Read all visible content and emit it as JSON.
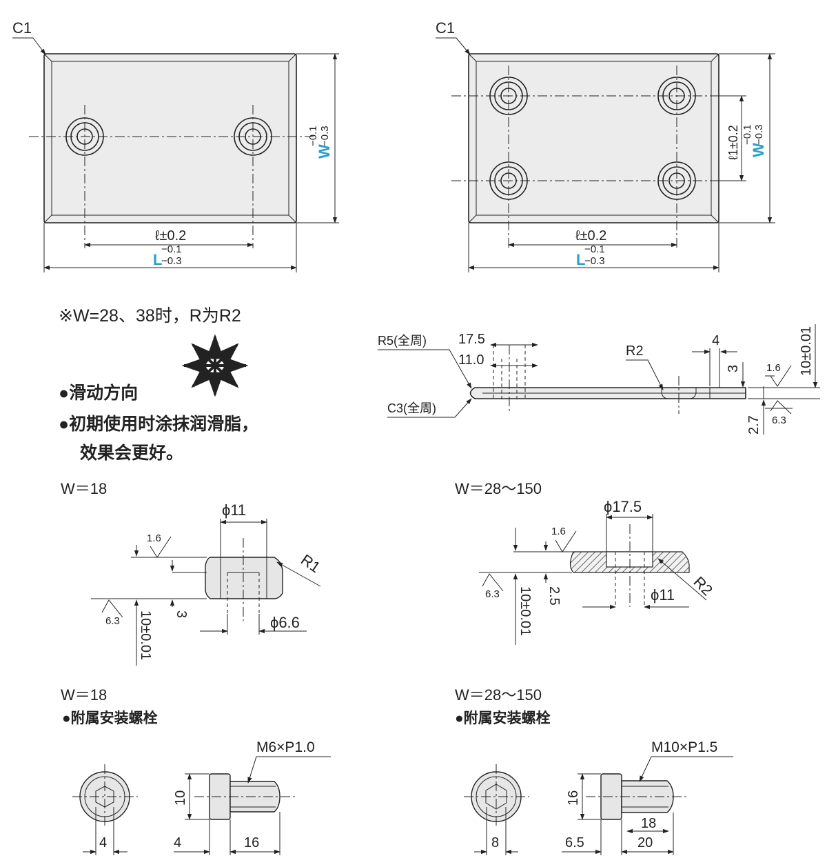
{
  "top_left_view": {
    "chamfer": "C1",
    "pitch": "ℓ±0.2",
    "length_label": "L",
    "length_tol_upper": "−0.1",
    "length_tol_lower": "−0.3",
    "width_label": "W",
    "width_tol_upper": "−0.1",
    "width_tol_lower": "−0.3"
  },
  "top_right_view": {
    "chamfer": "C1",
    "pitch": "ℓ±0.2",
    "pitch2": "ℓ1±0.2",
    "length_label": "L",
    "length_tol_upper": "−0.1",
    "length_tol_lower": "−0.3",
    "width_label": "W",
    "width_tol_upper": "−0.1",
    "width_tol_lower": "−0.3"
  },
  "notes": {
    "radius_note": "※W=28、38时，R为R2",
    "sliding_direction": "●滑动方向",
    "grease_line1": "●初期使用时涂抹润滑脂，",
    "grease_line2": "效果会更好。"
  },
  "side_section": {
    "r5": "R5(全周)",
    "c3": "C3(全周)",
    "d_17_5": "17.5",
    "d_11_0": "11.0",
    "r2": "R2",
    "d_4": "4",
    "d_3": "3",
    "roughness_1_6": "1.6",
    "roughness_6_3": "6.3",
    "thickness": "10±0.01",
    "d_2_7": "2.7"
  },
  "detail_w18": {
    "caption": "W＝18",
    "phi11": "ϕ11",
    "phi6_6": "ϕ6.6",
    "r1": "R1",
    "roughness_1_6": "1.6",
    "roughness_6_3": "6.3",
    "d_3": "3",
    "thickness": "10±0.01"
  },
  "detail_w28": {
    "caption": "W＝28～150",
    "phi17_5": "ϕ17.5",
    "phi11": "ϕ11",
    "r2": "R2",
    "roughness_1_6": "1.6",
    "roughness_6_3": "6.3",
    "d_2_5": "2.5",
    "thickness": "10±0.01"
  },
  "bolt_w18": {
    "caption": "W＝18",
    "subcaption": "●附属安装螺栓",
    "thread": "M6×P1.0",
    "head_dia": "10",
    "hex": "4",
    "head_len": "4",
    "shank_len": "16"
  },
  "bolt_w28": {
    "caption": "W＝28～150",
    "subcaption": "●附属安装螺栓",
    "thread": "M10×P1.5",
    "head_dia": "16",
    "hex": "8",
    "head_len": "6.5",
    "thread_len": "18",
    "shank_len": "20"
  }
}
